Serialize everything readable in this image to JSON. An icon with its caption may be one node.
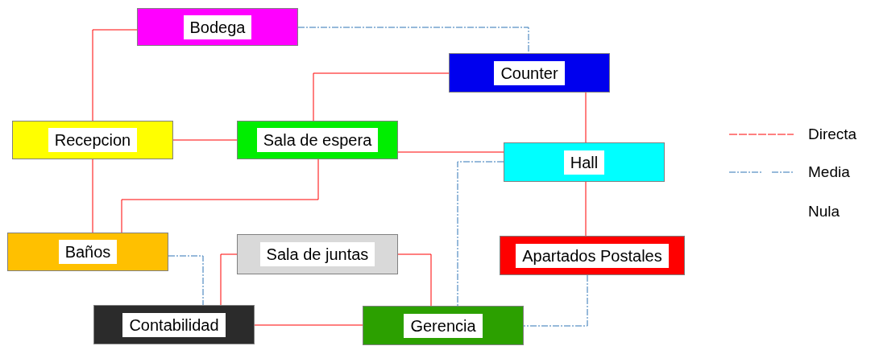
{
  "diagram": {
    "nodes": [
      {
        "text": [
          "Bodega"
        ]
      },
      {
        "text": [
          "Counter"
        ]
      },
      {
        "text": [
          "Recepcion"
        ]
      },
      {
        "text": [
          "Sala de espera"
        ]
      },
      {
        "text": [
          "Hall"
        ]
      },
      {
        "text": [
          "Baños"
        ]
      },
      {
        "text": [
          "Sala de juntas"
        ]
      },
      {
        "text": [
          "Apartados Postales"
        ]
      },
      {
        "text": [
          "Contabilidad"
        ]
      },
      {
        "text": [
          "Gerencia"
        ]
      }
    ],
    "edges": [
      {
        "from": 0,
        "to": 2,
        "arrow": "none"
      },
      {
        "from": 0,
        "to": 1,
        "arrow": "none",
        "style": "dashed",
        "color": "#2e75b6"
      },
      {
        "from": 1,
        "to": 3,
        "arrow": "none"
      },
      {
        "from": 2,
        "to": 3,
        "arrow": "none"
      },
      {
        "from": 1,
        "to": 4,
        "arrow": "none"
      },
      {
        "from": 3,
        "to": 4,
        "arrow": "none"
      },
      {
        "from": 2,
        "to": 5,
        "arrow": "none"
      },
      {
        "from": 3,
        "to": 5,
        "arrow": "none"
      },
      {
        "from": 4,
        "to": 9,
        "arrow": "none",
        "style": "dashed",
        "color": "#2e75b6"
      },
      {
        "from": 4,
        "to": 7,
        "arrow": "none"
      },
      {
        "from": 5,
        "to": 8,
        "arrow": "none",
        "style": "dashed",
        "color": "#2e75b6"
      },
      {
        "from": 6,
        "to": 8,
        "arrow": "none"
      },
      {
        "from": 6,
        "to": 9,
        "arrow": "none"
      },
      {
        "from": 8,
        "to": 9,
        "arrow": "none"
      },
      {
        "from": 7,
        "to": 9,
        "arrow": "none",
        "style": "dashed",
        "color": "#2e75b6"
      }
    ],
    "legend": [
      {
        "text": "Directa"
      },
      {
        "text": "Media"
      },
      {
        "text": "Nula"
      }
    ]
  }
}
